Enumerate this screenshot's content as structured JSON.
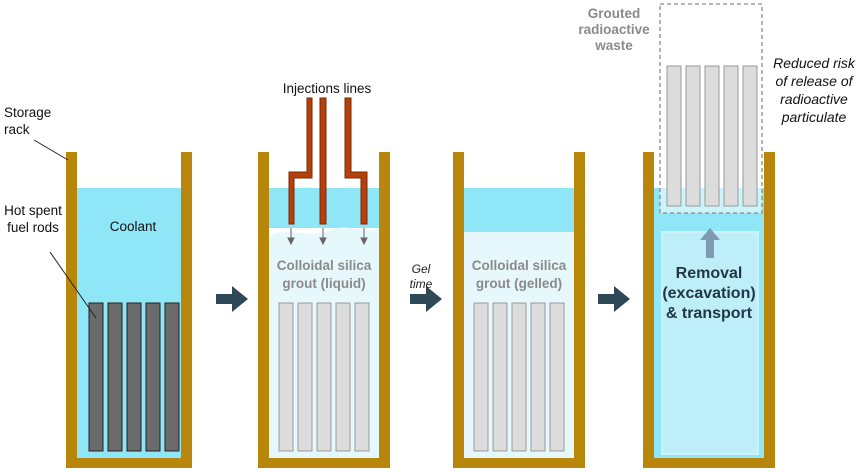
{
  "labels": {
    "storage_rack": "Storage rack",
    "hot_fuel_rods": "Hot spent fuel rods",
    "coolant": "Coolant",
    "injection_lines": "Injections lines",
    "grout_liquid_1": "Colloidal silica",
    "grout_liquid_2": "grout (liquid)",
    "gel_time_1": "Gel",
    "gel_time_2": "time",
    "grout_gelled_1": "Colloidal silica",
    "grout_gelled_2": "grout (gelled)",
    "grouted_waste_1": "Grouted",
    "grouted_waste_2": "radioactive",
    "grouted_waste_3": "waste",
    "reduced_risk_1": "Reduced risk",
    "reduced_risk_2": "of release of",
    "reduced_risk_3": "radioactive",
    "reduced_risk_4": "particulate",
    "removal_1": "Removal",
    "removal_2": "(excavation)",
    "removal_3": "& transport"
  },
  "colors": {
    "rack": "#b8860b",
    "coolant": "#8ee6f7",
    "grout": "#e6f8fc",
    "fuel_rod_hot": "#6b6b6b",
    "fuel_rod_grouted": "#dcdcdc",
    "injection_line": "#b5400a",
    "arrow": "#2f4858"
  }
}
